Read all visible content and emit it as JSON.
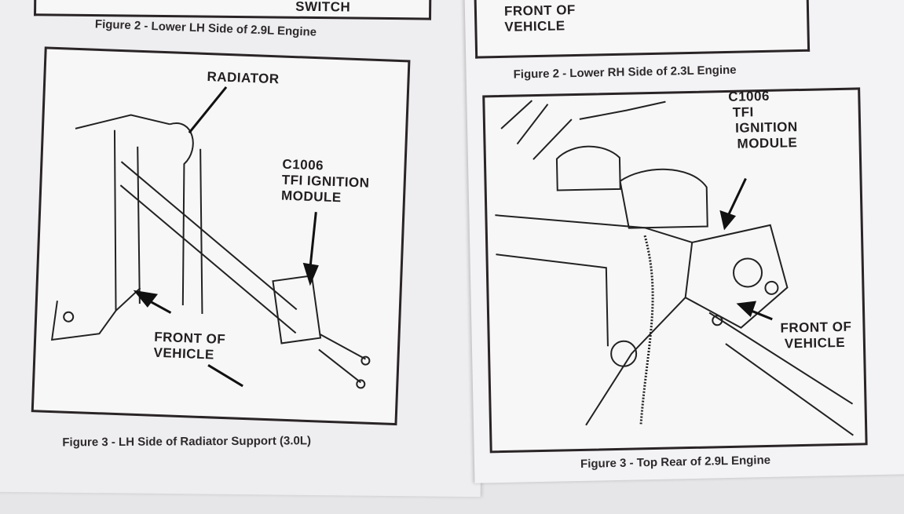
{
  "left_page": {
    "top_partial_label": "SWITCH",
    "figure2_caption": "Figure 2 - Lower LH Side of 2.9L Engine",
    "figure3": {
      "labels": {
        "radiator": "RADIATOR",
        "connector": "C1006",
        "module_line1": "TFI IGNITION",
        "module_line2": "MODULE",
        "front_line1": "FRONT OF",
        "front_line2": "VEHICLE"
      },
      "caption": "Figure 3 - LH Side of Radiator Support (3.0L)"
    }
  },
  "right_page": {
    "top_partial_label": "FRONT OF",
    "top_partial_label2": "VEHICLE",
    "figure2_caption": "Figure 2 - Lower RH Side of 2.3L Engine",
    "figure3": {
      "labels": {
        "connector": "C1006",
        "tfi": "TFI",
        "ignition": "IGNITION",
        "module": "MODULE",
        "front_line1": "FRONT OF",
        "front_line2": "VEHICLE"
      },
      "caption": "Figure 3 - Top Rear of 2.9L Engine"
    }
  }
}
